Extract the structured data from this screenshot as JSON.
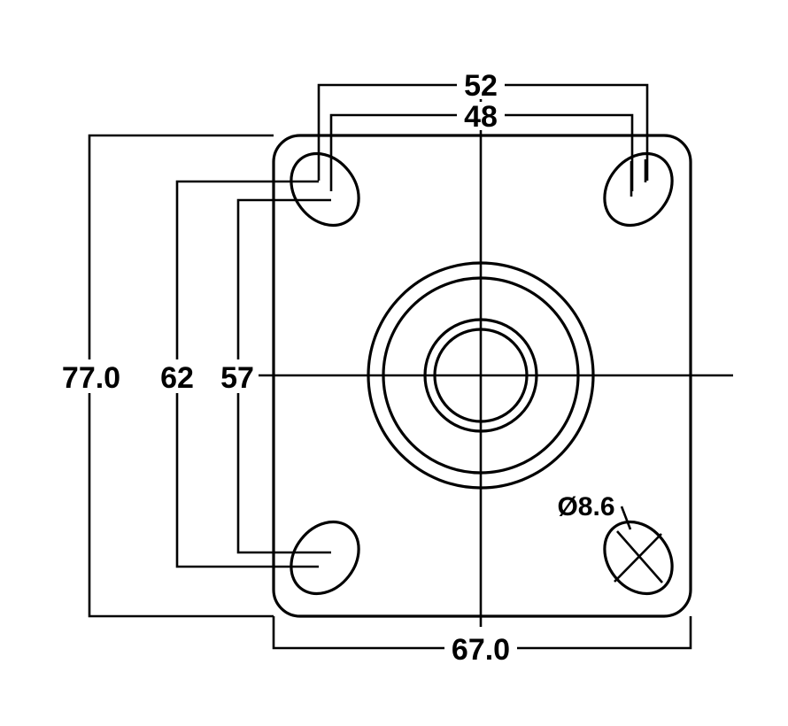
{
  "dimensions": {
    "width_top_outer": "52",
    "width_top_inner": "48",
    "height_overall": "77.0",
    "height_holes_outer": "62",
    "height_holes_inner": "57",
    "width_overall": "67.0",
    "hole_diameter": "Ø8.6"
  }
}
